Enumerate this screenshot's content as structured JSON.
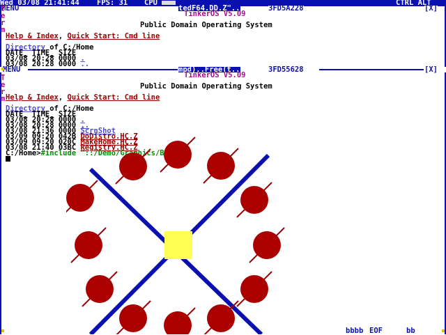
{
  "topbar": {
    "datetime": "Wed 03/08 21:41:44",
    "fps": "FPS: 31",
    "cpu": "CPU",
    "ctrl_alt": "CTRL ALT"
  },
  "back_window": {
    "title": "tedF64.DD.Z\"..",
    "id": "3FD5A228",
    "menu": "MENU",
    "close": "[X]",
    "subtitle": "TinkerOS V5.09",
    "heading": "Public Domain Operating System",
    "help": "Help & Index",
    "quick": "Quick Start: Cmd line",
    "dir_label": "Directory",
    "dir_path": " of C:/Home",
    "cols": "DATE_ TIME_ SIZE",
    "rows": [
      {
        "date": "03/08",
        "time": "20:28",
        "size": "0000",
        "name": "."
      },
      {
        "date": "03/08",
        "time": "20:28",
        "size": "0000",
        "name": ".."
      }
    ]
  },
  "front_window": {
    "menu": "MENU",
    "title": "mpd),.Free(t..",
    "id": "3FD55628",
    "close": "[X]",
    "subtitle": "TinkerOS V5.09",
    "side_label": "Term",
    "heading": "Public Domain Operating System",
    "help": "Help & Index",
    "quick": "Quick Start: Cmd line",
    "dir_label": "Directory",
    "dir_path": " of C:/Home",
    "cols": "DATE_ TIME_ SIZE",
    "rows": [
      {
        "date": "03/08",
        "time": "20:28",
        "size": "0000",
        "name": "."
      },
      {
        "date": "03/08",
        "time": "20:28",
        "size": "0000",
        "name": ".."
      },
      {
        "date": "03/08",
        "time": "21:36",
        "size": "0000",
        "name": "ScrnShot"
      },
      {
        "date": "03/09",
        "time": "09:20",
        "size": "042B",
        "name": "DoDistro.HC.Z"
      },
      {
        "date": "03/09",
        "time": "09:20",
        "size": "020C",
        "name": "MakeHome.HC.Z"
      },
      {
        "date": "03/08",
        "time": "21:40",
        "size": "03BC",
        "name": "Registry.HC.Z"
      }
    ],
    "prompt": "C:/Home>",
    "command": "#include \"::/Demo/Graphics/Blot\";"
  },
  "statusbar": {
    "dots": "bbbb",
    "eof": "EOF",
    "dots2": "bb"
  },
  "colors": {
    "blue": "#0a10b0",
    "red": "#9c0000",
    "yellow": "#ffff55",
    "purple": "#a01090",
    "green": "#0a8a0a"
  }
}
